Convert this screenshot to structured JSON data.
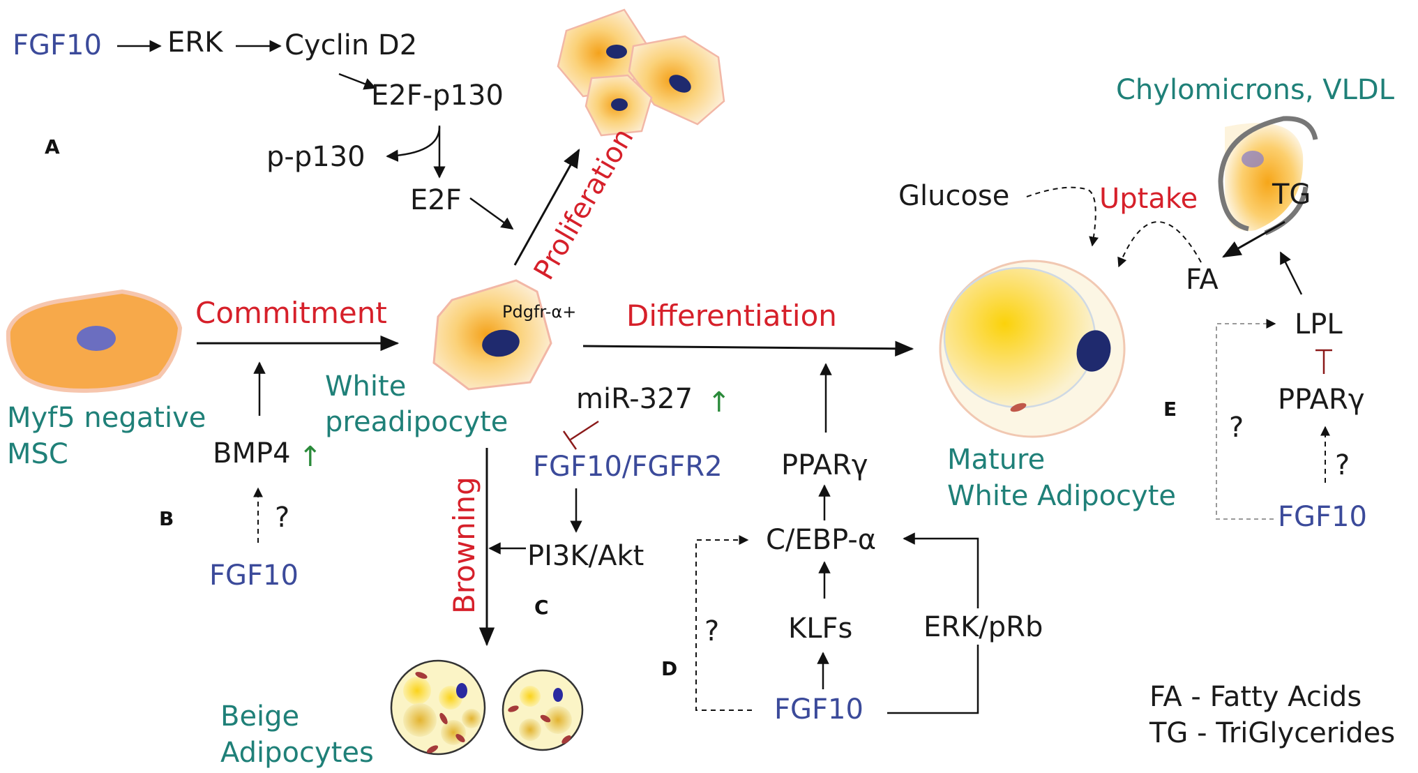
{
  "panels": {
    "a": "A",
    "b": "B",
    "c": "C",
    "d": "D",
    "e": "E"
  },
  "pathway_a": {
    "fgf10": "FGF10",
    "erk": "ERK",
    "cyclin_d2": "Cyclin D2",
    "e2f_p130": "E2F-p130",
    "p_p130": "p-p130",
    "e2f": "E2F"
  },
  "processes": {
    "proliferation": "Proliferation",
    "commitment": "Commitment",
    "differentiation": "Differentiation",
    "browning": "Browning",
    "uptake": "Uptake"
  },
  "cells": {
    "msc": [
      "Myf5 negative",
      "MSC"
    ],
    "preadipocyte": [
      "White",
      "preadipocyte"
    ],
    "pdgfr": "Pdgfr-α+",
    "mature": [
      "Mature",
      "White Adipocyte"
    ],
    "beige": [
      "Beige",
      "Adipocytes"
    ],
    "lipoprotein": "Chylomicrons, VLDL"
  },
  "pathway_b": {
    "bmp4": "BMP4",
    "question": "?",
    "fgf10": "FGF10",
    "up": "↑"
  },
  "pathway_c": {
    "mir": "miR-327",
    "up": "↑",
    "fgf10_fgfr2": "FGF10/FGFR2",
    "pi3k": "PI3K/Akt"
  },
  "pathway_d": {
    "ppar": "PPARγ",
    "cebp": "C/EBP-α",
    "klfs": "KLFs",
    "erk_prb": "ERK/pRb",
    "fgf10": "FGF10",
    "question": "?"
  },
  "pathway_e": {
    "glucose": "Glucose",
    "tg": "TG",
    "fa": "FA",
    "lpl": "LPL",
    "ppar": "PPARγ",
    "fgf10": "FGF10",
    "question1": "?",
    "question2": "?"
  },
  "legend": [
    "FA - Fatty Acids",
    "TG - TriGlycerides"
  ],
  "colors": {
    "process_red": "#d6202a",
    "cell_teal": "#1f8078",
    "fgf_blue": "#3b4a9a",
    "increase_green": "#2a8a3a",
    "inhibit_darkred": "#8b1a1a",
    "cell_orange": "#f7b24a",
    "nucleus_navy": "#1f2a6e"
  }
}
